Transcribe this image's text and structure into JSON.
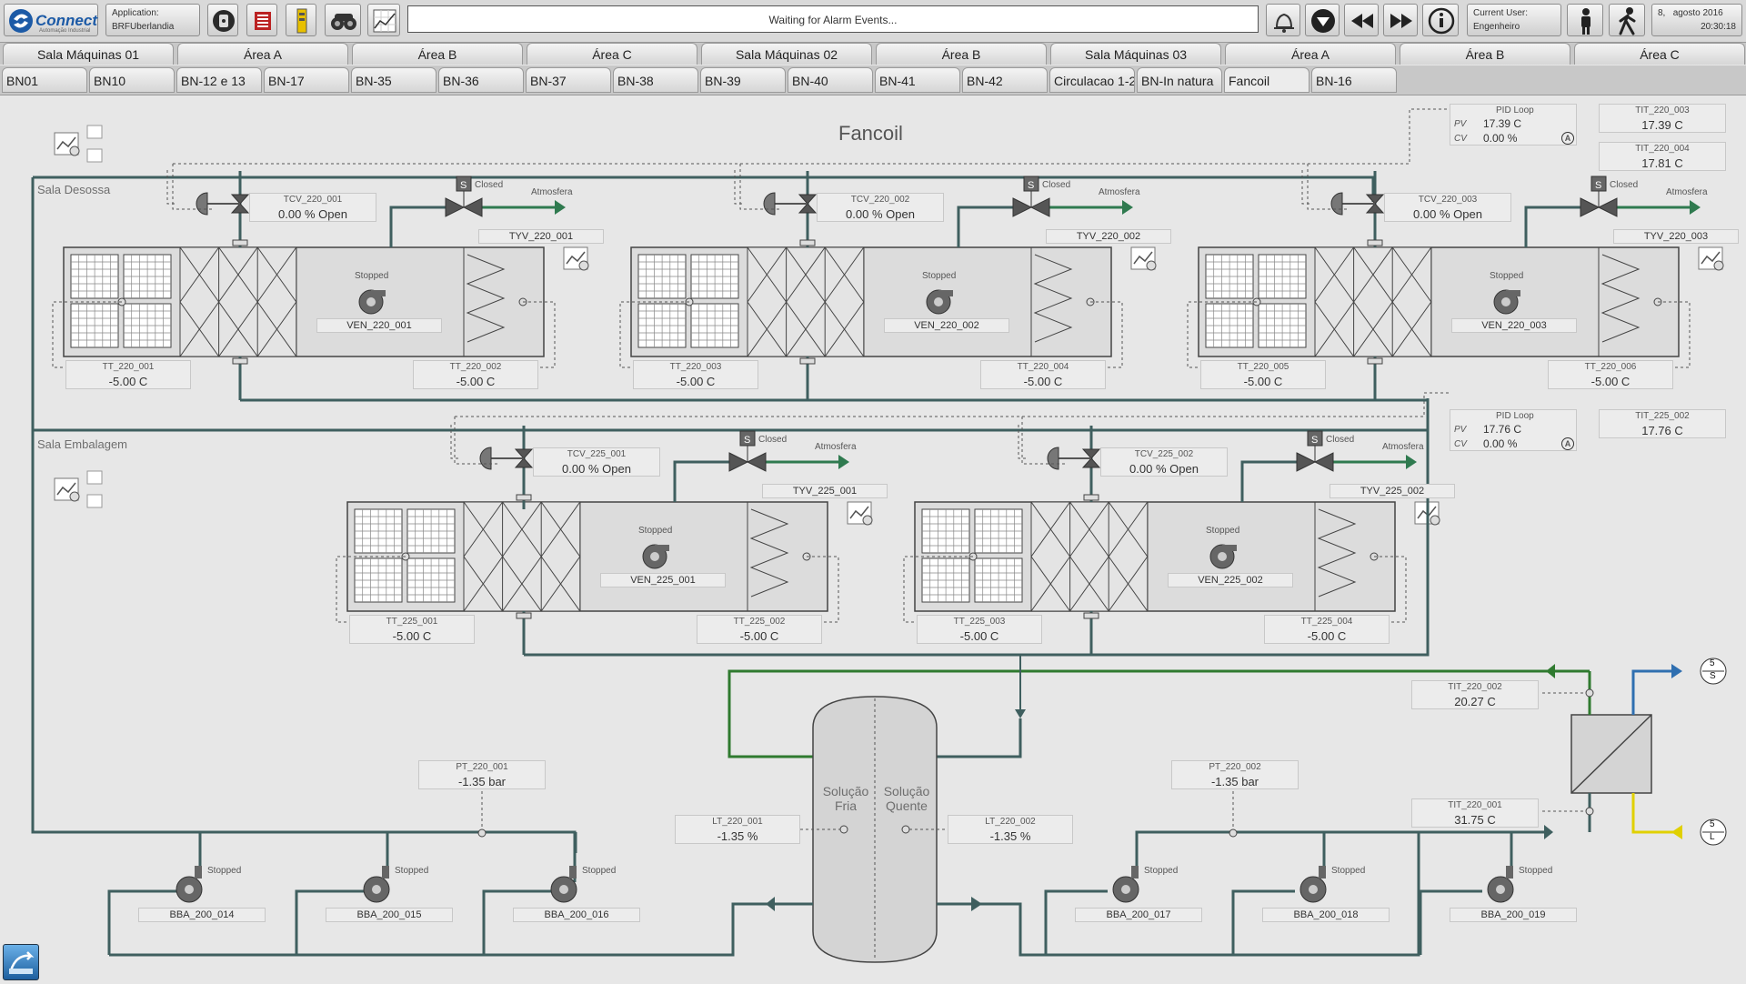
{
  "toolbar": {
    "logo_text": "Connect",
    "logo_sub": "Automação Industrial",
    "application_label": "Application:",
    "application_value": "BRFUberlandia",
    "alarm_status": "Waiting for Alarm Events...",
    "user_label": "Current User:",
    "user_value": "Engenheiro",
    "date_day": "8,",
    "date_month_year": "agosto 2016",
    "time": "20:30:18"
  },
  "tabs_row1": [
    "Sala Máquinas 01",
    "Área A",
    "Área B",
    "Área C",
    "Sala Máquinas 02",
    "Área B",
    "Sala Máquinas 03",
    "Área A",
    "Área B",
    "Área C"
  ],
  "tabs_row2": [
    "BN01",
    "BN10",
    "BN-12 e 13",
    "BN-17",
    "BN-35",
    "BN-36",
    "BN-37",
    "BN-38",
    "BN-39",
    "BN-40",
    "BN-41",
    "BN-42",
    "Circulacao 1-2",
    "BN-In natura",
    "Fancoil",
    "BN-16"
  ],
  "active_tab": "Fancoil",
  "page_title": "Fancoil",
  "rooms": {
    "desossa": "Sala Desossa",
    "embalagem": "Sala Embalagem"
  },
  "common": {
    "closed": "Closed",
    "atmosfera": "Atmosfera",
    "stopped": "Stopped"
  },
  "units": [
    {
      "tcv": "TCV_220_001",
      "tcv_value": "0.00 % Open",
      "tyv": "TYV_220_001",
      "ven": "VEN_220_001",
      "tt_in": "TT_220_001",
      "tt_in_value": "-5.00 C",
      "tt_out": "TT_220_002",
      "tt_out_value": "-5.00 C"
    },
    {
      "tcv": "TCV_220_002",
      "tcv_value": "0.00 % Open",
      "tyv": "TYV_220_002",
      "ven": "VEN_220_002",
      "tt_in": "TT_220_003",
      "tt_in_value": "-5.00 C",
      "tt_out": "TT_220_004",
      "tt_out_value": "-5.00 C"
    },
    {
      "tcv": "TCV_220_003",
      "tcv_value": "0.00 % Open",
      "tyv": "TYV_220_003",
      "ven": "VEN_220_003",
      "tt_in": "TT_220_005",
      "tt_in_value": "-5.00 C",
      "tt_out": "TT_220_006",
      "tt_out_value": "-5.00 C"
    },
    {
      "tcv": "TCV_225_001",
      "tcv_value": "0.00 % Open",
      "tyv": "TYV_225_001",
      "ven": "VEN_225_001",
      "tt_in": "TT_225_001",
      "tt_in_value": "-5.00 C",
      "tt_out": "TT_225_002",
      "tt_out_value": "-5.00 C"
    },
    {
      "tcv": "TCV_225_002",
      "tcv_value": "0.00 % Open",
      "tyv": "TYV_225_002",
      "ven": "VEN_225_002",
      "tt_in": "TT_225_003",
      "tt_in_value": "-5.00 C",
      "tt_out": "TT_225_004",
      "tt_out_value": "-5.00 C"
    }
  ],
  "pid1": {
    "title": "PID Loop",
    "pv_label": "PV",
    "pv_value": "17.39 C",
    "cv_label": "CV",
    "cv_value": "0.00 %",
    "mode": "A"
  },
  "pid2": {
    "title": "PID Loop",
    "pv_label": "PV",
    "pv_value": "17.76 C",
    "cv_label": "CV",
    "cv_value": "0.00 %",
    "mode": "A"
  },
  "tit": {
    "tit_220_003": {
      "label": "TIT_220_003",
      "value": "17.39 C"
    },
    "tit_220_004": {
      "label": "TIT_220_004",
      "value": "17.81 C"
    },
    "tit_225_002": {
      "label": "TIT_225_002",
      "value": "17.76 C"
    },
    "tit_220_002": {
      "label": "TIT_220_002",
      "value": "20.27 C"
    },
    "tit_220_001": {
      "label": "TIT_220_001",
      "value": "31.75 C"
    }
  },
  "tank": {
    "left_label": "Solução Fria",
    "right_label": "Solução Quente"
  },
  "pt1": {
    "label": "PT_220_001",
    "value": "-1.35 bar"
  },
  "pt2": {
    "label": "PT_220_002",
    "value": "-1.35 bar"
  },
  "lt1": {
    "label": "LT_220_001",
    "value": "-1.35 %"
  },
  "lt2": {
    "label": "LT_220_002",
    "value": "-1.35 %"
  },
  "pumps": [
    "BBA_200_014",
    "BBA_200_015",
    "BBA_200_016",
    "BBA_200_017",
    "BBA_200_018",
    "BBA_200_019"
  ],
  "connector_top": {
    "top": "5",
    "bottom": "S"
  },
  "connector_bottom": {
    "top": "5",
    "bottom": "L"
  },
  "colors": {
    "pipe": "#3f5f5f",
    "supply": "#2f7a2f",
    "yellow": "#e0d000",
    "blue": "#2f6fb0"
  }
}
